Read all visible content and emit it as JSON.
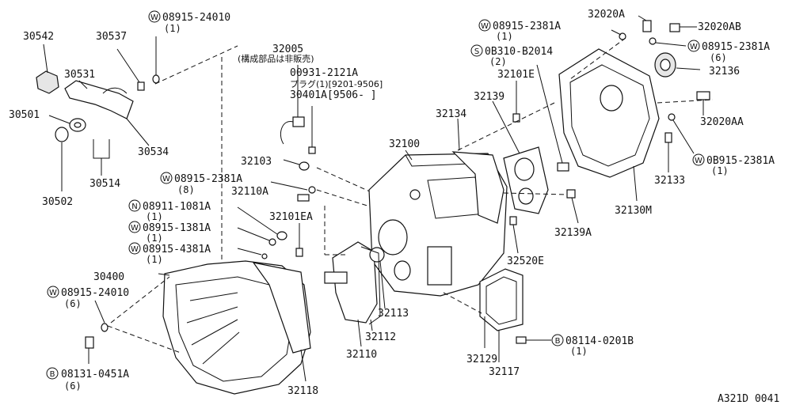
{
  "diagram": {
    "figure_code": "A321D 0041",
    "labels": {
      "p30542": "30542",
      "p30537": "30537",
      "p30531": "30531",
      "p30501": "30501",
      "p30502": "30502",
      "p30514": "30514",
      "p30534": "30534",
      "p30400": "30400",
      "p32005": "32005",
      "p32005_note": "(構成部品は非販売)",
      "p00931": "00931-2121A",
      "p00931_note": "プラグ(1)[9201-9506]",
      "p30401A": "30401A[9506-    ]",
      "p32103": "32103",
      "p32100": "32100",
      "p32134": "32134",
      "p32139": "32139",
      "p32101E": "32101E",
      "p32020A": "32020A",
      "p32020AB": "32020AB",
      "p32136": "32136",
      "p32020AA": "32020AA",
      "p32133": "32133",
      "p32130M": "32130M",
      "p32139A": "32139A",
      "p32520E": "32520E",
      "p32110A": "32110A",
      "p32101EA": "32101EA",
      "p32113": "32113",
      "p32112": "32112",
      "p32110": "32110",
      "p32129": "32129",
      "p32117": "32117",
      "p32118": "32118"
    },
    "fasteners": [
      {
        "prefix": "W",
        "code": "08915-24010",
        "qty": "(1)"
      },
      {
        "prefix": "W",
        "code": "08915-2381A",
        "qty": "(8)"
      },
      {
        "prefix": "N",
        "code": "08911-1081A",
        "qty": "(1)"
      },
      {
        "prefix": "W",
        "code": "08915-1381A",
        "qty": "(1)"
      },
      {
        "prefix": "W",
        "code": "08915-4381A",
        "qty": "(1)"
      },
      {
        "prefix": "W",
        "code": "08915-24010",
        "qty": "(6)"
      },
      {
        "prefix": "B",
        "code": "08131-0451A",
        "qty": "(6)"
      },
      {
        "prefix": "W",
        "code": "08915-2381A",
        "qty": "(1)"
      },
      {
        "prefix": "S",
        "code": "0B310-B2014",
        "qty": "(2)"
      },
      {
        "prefix": "W",
        "code": "08915-2381A",
        "qty": "(6)"
      },
      {
        "prefix": "W",
        "code": "0B915-2381A",
        "qty": "(1)"
      },
      {
        "prefix": "B",
        "code": "08114-0201B",
        "qty": "(1)"
      }
    ]
  }
}
